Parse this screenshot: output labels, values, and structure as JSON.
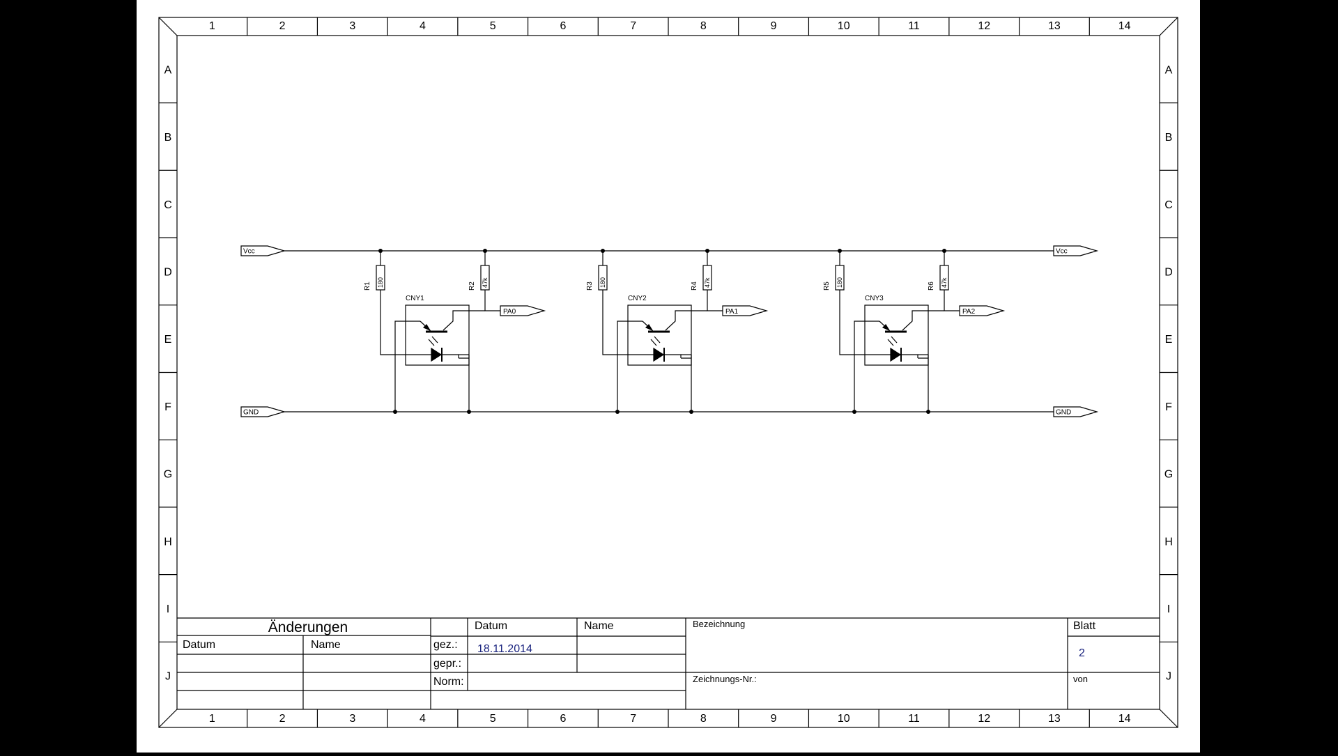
{
  "frame": {
    "columns": [
      "1",
      "2",
      "3",
      "4",
      "5",
      "6",
      "7",
      "8",
      "9",
      "10",
      "11",
      "12",
      "13",
      "14"
    ],
    "rows": [
      "A",
      "B",
      "C",
      "D",
      "E",
      "F",
      "G",
      "H",
      "I",
      "J"
    ]
  },
  "schematic": {
    "ports": {
      "vcc": "Vcc",
      "gnd": "GND"
    },
    "stages": [
      {
        "rl": "R1",
        "rl_val": "180",
        "rh": "R2",
        "rh_val": "47k",
        "ic": "CNY1",
        "out": "PA0"
      },
      {
        "rl": "R3",
        "rl_val": "180",
        "rh": "R4",
        "rh_val": "47k",
        "ic": "CNY2",
        "out": "PA1"
      },
      {
        "rl": "R5",
        "rl_val": "180",
        "rh": "R6",
        "rh_val": "47k",
        "ic": "CNY3",
        "out": "PA2"
      }
    ]
  },
  "title_block": {
    "aenderungen": "Änderungen",
    "datum_head": "Datum",
    "name_head": "Name",
    "datum_label": "Datum",
    "name_label": "Name",
    "gez": "gez.:",
    "gepr": "gepr.:",
    "norm": "Norm:",
    "gez_date": "18.11.2014",
    "bezeichnung": "Bezeichnung",
    "zeichnungs_nr": "Zeichnungs-Nr.:",
    "blatt": "Blatt",
    "blatt_value": "2",
    "von": "von"
  },
  "colors": {
    "line": "#000000",
    "value_text": "#1a237e"
  }
}
